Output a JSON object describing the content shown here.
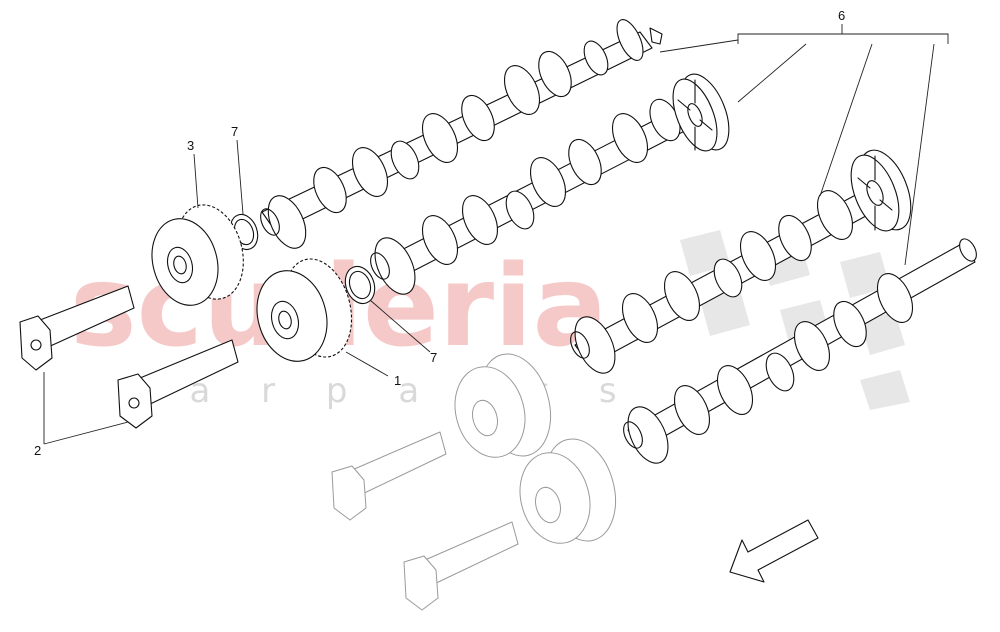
{
  "watermark": {
    "brand": "scuderia",
    "tagline": "c a r   p a r t s"
  },
  "callouts": [
    {
      "id": "1",
      "label": "1"
    },
    {
      "id": "2",
      "label": "2"
    },
    {
      "id": "3",
      "label": "3"
    },
    {
      "id": "6",
      "label": "6"
    },
    {
      "id": "7a",
      "label": "7"
    },
    {
      "id": "7b",
      "label": "7"
    }
  ],
  "colors": {
    "line": "#111111",
    "ghost": "#9a9a9a",
    "watermark": "#f6c9c9"
  },
  "icons": [
    "direction-arrow-icon",
    "checkered-flag-icon"
  ]
}
